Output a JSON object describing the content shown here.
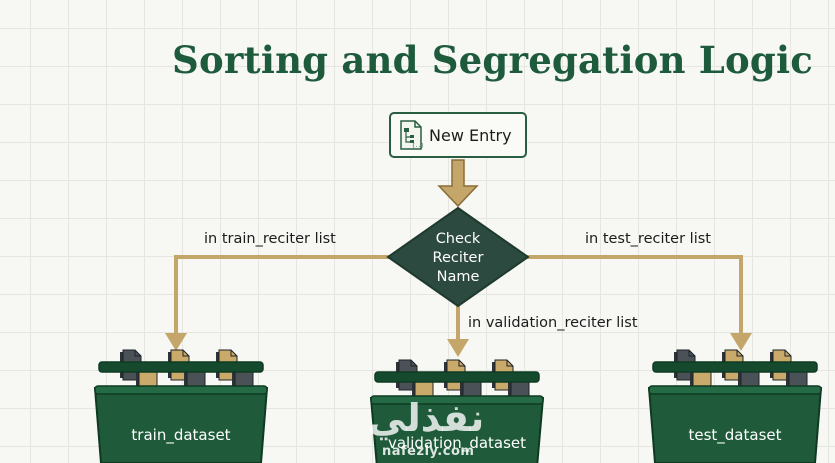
{
  "title": "Sorting and Segregation Logic",
  "entry": {
    "label": "New Entry",
    "icon": "file-folder-icon"
  },
  "decision": {
    "lines": [
      "Check",
      "Reciter",
      "Name"
    ]
  },
  "edges": {
    "left": "in train_reciter list",
    "center": "in validation_reciter list",
    "right": "in test_reciter list"
  },
  "bins": {
    "train": "train_dataset",
    "validation": "validation_dataset",
    "test": "test_dataset"
  },
  "watermark": {
    "arabic": "نفذلي",
    "url": "nafezly.com"
  },
  "colors": {
    "title": "#1e5a3c",
    "bin": "#1f5b3a",
    "diamond": "#2c4a3f",
    "arrow": "#c4a66a",
    "file_dark": "#4a5258",
    "file_gold": "#c9aa6b"
  }
}
